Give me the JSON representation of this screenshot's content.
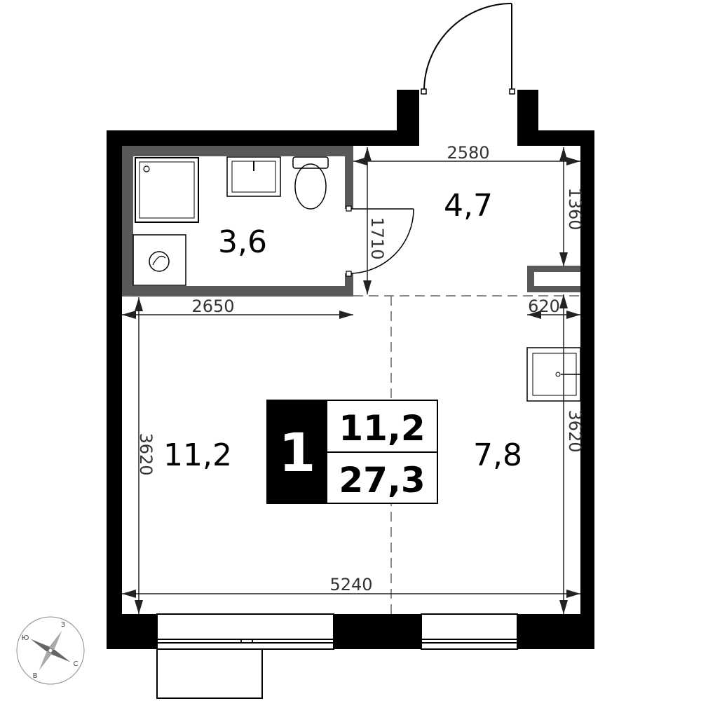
{
  "apartment": {
    "rooms_count": "1",
    "living_area": "11,2",
    "total_area": "27,3"
  },
  "rooms": {
    "bathroom": "3,6",
    "hall": "4,7",
    "living_room": "11,2",
    "kitchen": "7,8"
  },
  "dimensions": {
    "hall_width": "2580",
    "hall_depth": "1360",
    "bath_door_gap": "1710",
    "bathroom_width": "2650",
    "niche_width": "620",
    "left_depth": "3620",
    "right_depth": "3620",
    "total_width": "5240"
  },
  "compass": {
    "north": "С",
    "south": "Ю",
    "east": "В",
    "west": "З"
  },
  "colors": {
    "wall": "#000000",
    "partition": "#595959",
    "dimension": "#222222"
  }
}
